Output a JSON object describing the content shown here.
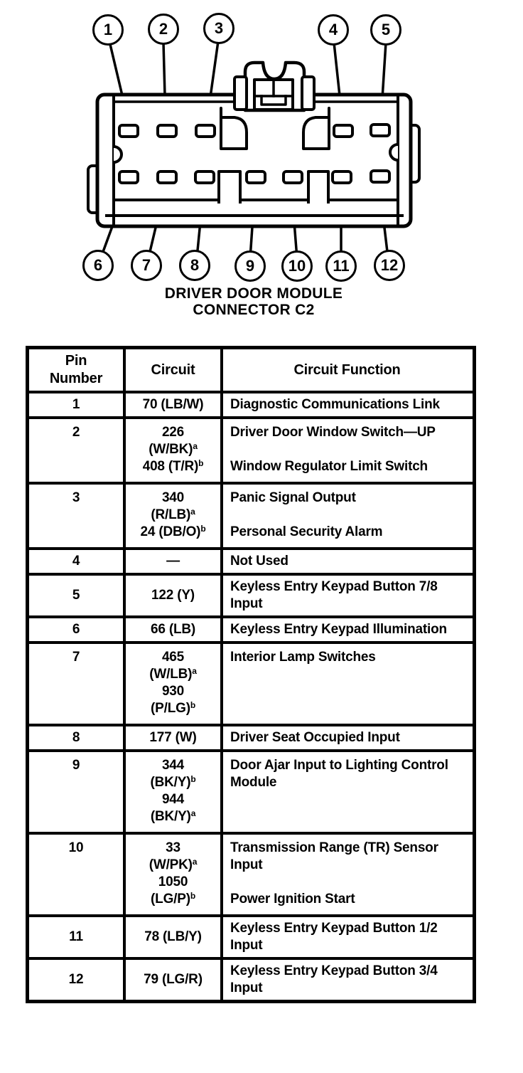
{
  "colors": {
    "ink": "#000000",
    "paper": "#ffffff"
  },
  "diagram": {
    "title_line1": "DRIVER DOOR MODULE",
    "title_line2": "CONNECTOR C2",
    "callouts": [
      "1",
      "2",
      "3",
      "4",
      "5",
      "6",
      "7",
      "8",
      "9",
      "10",
      "11",
      "12"
    ]
  },
  "table": {
    "headers": [
      "Pin\nNumber",
      "Circuit",
      "Circuit Function"
    ],
    "rows": [
      {
        "pin": "1",
        "entries": [
          {
            "circuit": [
              {
                "t": "70 (LB/W)"
              }
            ],
            "func": "Diagnostic Communications Link"
          }
        ]
      },
      {
        "pin": "2",
        "entries": [
          {
            "circuit": [
              {
                "t": "226"
              },
              {
                "t": "(W/BK)",
                "sup": "a"
              }
            ],
            "func": "Driver Door Window Switch—UP"
          },
          {
            "circuit": [
              {
                "t": "408 (T/R)",
                "sup": "b"
              }
            ],
            "func": "Window Regulator Limit Switch"
          }
        ]
      },
      {
        "pin": "3",
        "entries": [
          {
            "circuit": [
              {
                "t": "340"
              },
              {
                "t": "(R/LB)",
                "sup": "a"
              }
            ],
            "func": "Panic Signal Output"
          },
          {
            "circuit": [
              {
                "t": "24 (DB/O)",
                "sup": "b"
              }
            ],
            "func": "Personal Security Alarm"
          }
        ]
      },
      {
        "pin": "4",
        "entries": [
          {
            "circuit": [
              {
                "t": "—"
              }
            ],
            "func": "Not Used"
          }
        ]
      },
      {
        "pin": "5",
        "entries": [
          {
            "circuit": [
              {
                "t": "122 (Y)"
              }
            ],
            "func": "Keyless Entry Keypad Button 7/8 Input"
          }
        ]
      },
      {
        "pin": "6",
        "entries": [
          {
            "circuit": [
              {
                "t": "66 (LB)"
              }
            ],
            "func": "Keyless Entry Keypad Illumination"
          }
        ]
      },
      {
        "pin": "7",
        "entries": [
          {
            "circuit": [
              {
                "t": "465"
              },
              {
                "t": "(W/LB)",
                "sup": "a"
              }
            ],
            "func": "Interior Lamp Switches"
          },
          {
            "circuit": [
              {
                "t": "930"
              },
              {
                "t": "(P/LG)",
                "sup": "b"
              }
            ],
            "func": ""
          }
        ]
      },
      {
        "pin": "8",
        "entries": [
          {
            "circuit": [
              {
                "t": "177 (W)"
              }
            ],
            "func": "Driver Seat Occupied Input"
          }
        ]
      },
      {
        "pin": "9",
        "entries": [
          {
            "circuit": [
              {
                "t": "344"
              },
              {
                "t": "(BK/Y)",
                "sup": "b"
              }
            ],
            "func": "Door Ajar Input to Lighting Control Module"
          },
          {
            "circuit": [
              {
                "t": "944"
              },
              {
                "t": "(BK/Y)",
                "sup": "a"
              }
            ],
            "func": ""
          }
        ]
      },
      {
        "pin": "10",
        "entries": [
          {
            "circuit": [
              {
                "t": "33"
              },
              {
                "t": "(W/PK)",
                "sup": "a"
              }
            ],
            "func": "Transmission Range (TR) Sensor Input"
          },
          {
            "circuit": [
              {
                "t": "1050"
              },
              {
                "t": "(LG/P)",
                "sup": "b"
              }
            ],
            "func": "Power Ignition Start"
          }
        ]
      },
      {
        "pin": "11",
        "entries": [
          {
            "circuit": [
              {
                "t": "78 (LB/Y)"
              }
            ],
            "func": "Keyless Entry Keypad Button 1/2 Input"
          }
        ]
      },
      {
        "pin": "12",
        "entries": [
          {
            "circuit": [
              {
                "t": "79 (LG/R)"
              }
            ],
            "func": "Keyless Entry Keypad Button 3/4 Input"
          }
        ]
      }
    ]
  }
}
